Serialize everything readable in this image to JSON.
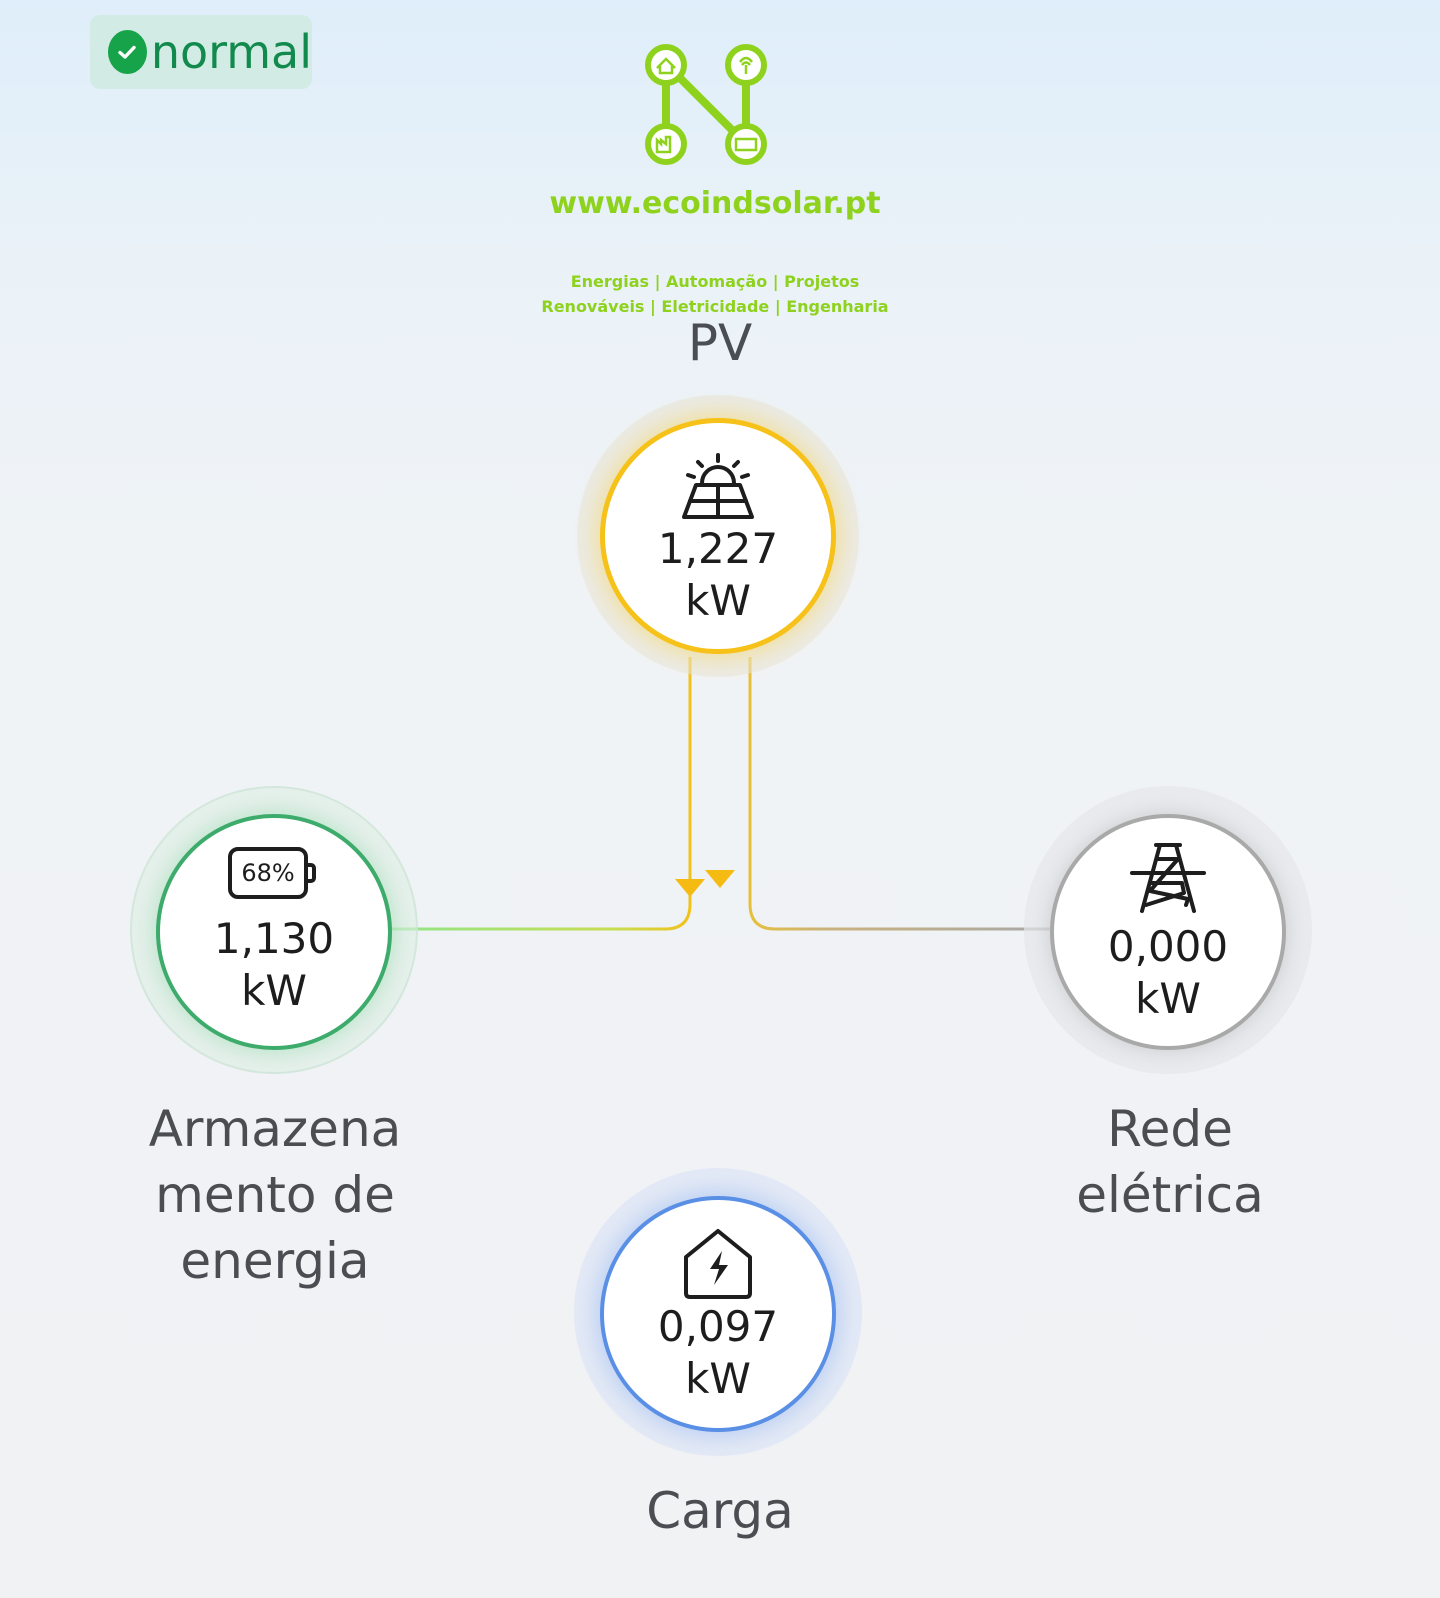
{
  "status": {
    "label": "normal",
    "color": "#17a34a"
  },
  "logo": {
    "url": "www.ecoindsolar.pt",
    "tagline_line1": "Energias | Automação | Projetos",
    "tagline_line2": "Renováveis | Eletricidade | Engenharia",
    "color": "#8ed21d"
  },
  "nodes": {
    "pv": {
      "caption": "PV",
      "value": "1,227",
      "unit": "kW",
      "icon": "solar-panel-icon",
      "color": "#f6c118"
    },
    "battery": {
      "caption": "Armazena\nmento de\nenergia",
      "value": "1,130",
      "unit": "kW",
      "soc": "68%",
      "icon": "battery-icon",
      "color": "#3dab6b"
    },
    "grid": {
      "caption": "Rede\nelétrica",
      "value": "0,000",
      "unit": "kW",
      "icon": "power-tower-icon",
      "color": "#a9a9a9"
    },
    "load": {
      "caption": "Carga",
      "value": "0,097",
      "unit": "kW",
      "icon": "house-bolt-icon",
      "color": "#5a8fe6"
    }
  }
}
